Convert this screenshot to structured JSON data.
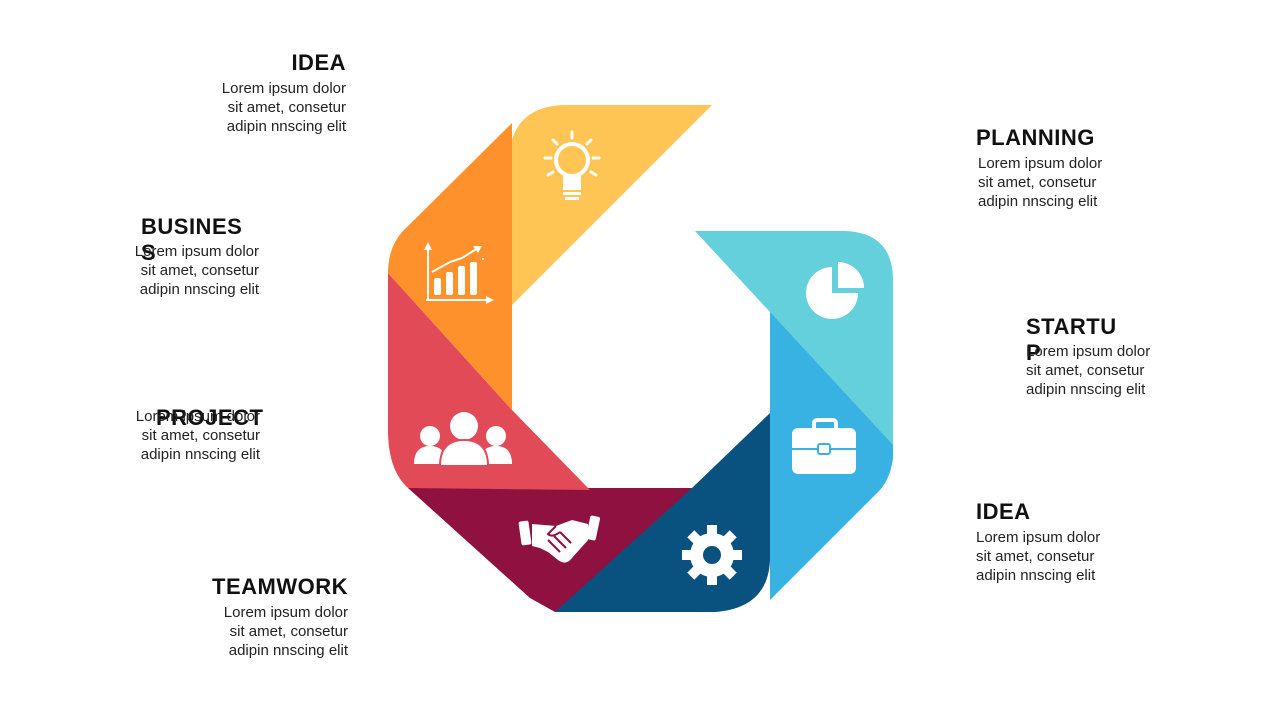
{
  "segments": [
    {
      "title": "IDEA",
      "body": [
        "Lorem ipsum dolor",
        "sit amet, consetur",
        "adipin nnscing elit"
      ],
      "color": "#FEC554",
      "icon": "lightbulb-icon"
    },
    {
      "title": "BUSINESS",
      "body": [
        "Lorem ipsum dolor",
        "sit amet, consetur",
        "adipin nnscing elit"
      ],
      "color": "#FE912B",
      "icon": "bar-chart-icon"
    },
    {
      "title": "PROJECT",
      "body": [
        "Lorem ipsum dolor",
        "sit amet, consetur",
        "adipin nnscing elit"
      ],
      "color": "#E24A57",
      "icon": "people-icon"
    },
    {
      "title": "TEAMWORK",
      "body": [
        "Lorem ipsum dolor",
        "sit amet, consetur",
        "adipin nnscing elit"
      ],
      "color": "#8E1140",
      "icon": "handshake-icon"
    },
    {
      "title": "PLANNING",
      "body": [
        "Lorem ipsum dolor",
        "sit amet, consetur",
        "adipin nnscing elit"
      ],
      "color": "#64D0DC",
      "icon": "pie-chart-icon"
    },
    {
      "title": "STARTUP",
      "body": [
        "Lorem ipsum dolor",
        "sit amet, consetur",
        "adipin nnscing elit"
      ],
      "color": "#38B1E3",
      "icon": "briefcase-icon"
    },
    {
      "title": "IDEA",
      "body": [
        "Lorem ipsum dolor",
        "sit amet, consetur",
        "adipin nnscing elit"
      ],
      "color": "#09517F",
      "icon": "gear-icon"
    }
  ]
}
